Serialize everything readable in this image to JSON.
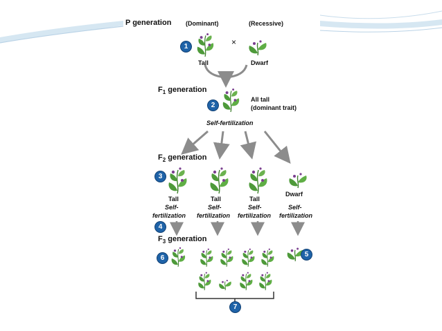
{
  "labels": {
    "p_generation": "P generation",
    "dominant": "(Dominant)",
    "recessive": "(Recessive)",
    "cross": "×",
    "tall": "Tall",
    "dwarf": "Dwarf",
    "f1_generation_f": "F",
    "f1_sub": "1",
    "f1_generation_rest": " generation",
    "all_tall": "All tall",
    "dominant_trait": "(dominant trait)",
    "self_fertilization": "Self-fertilization",
    "f2_generation_f": "F",
    "f2_sub": "2",
    "f2_generation_rest": " generation",
    "self": "Self-",
    "fertilization": "fertilization",
    "f3_generation_f": "F",
    "f3_sub": "3",
    "f3_generation_rest": " generation"
  },
  "steps": [
    "1",
    "2",
    "3",
    "4",
    "5",
    "6",
    "7"
  ],
  "colors": {
    "badge": "#1f63a8",
    "arrow": "#8c8c8c",
    "leaf": "#4e9a3a",
    "flower": "#7a3f8f"
  }
}
